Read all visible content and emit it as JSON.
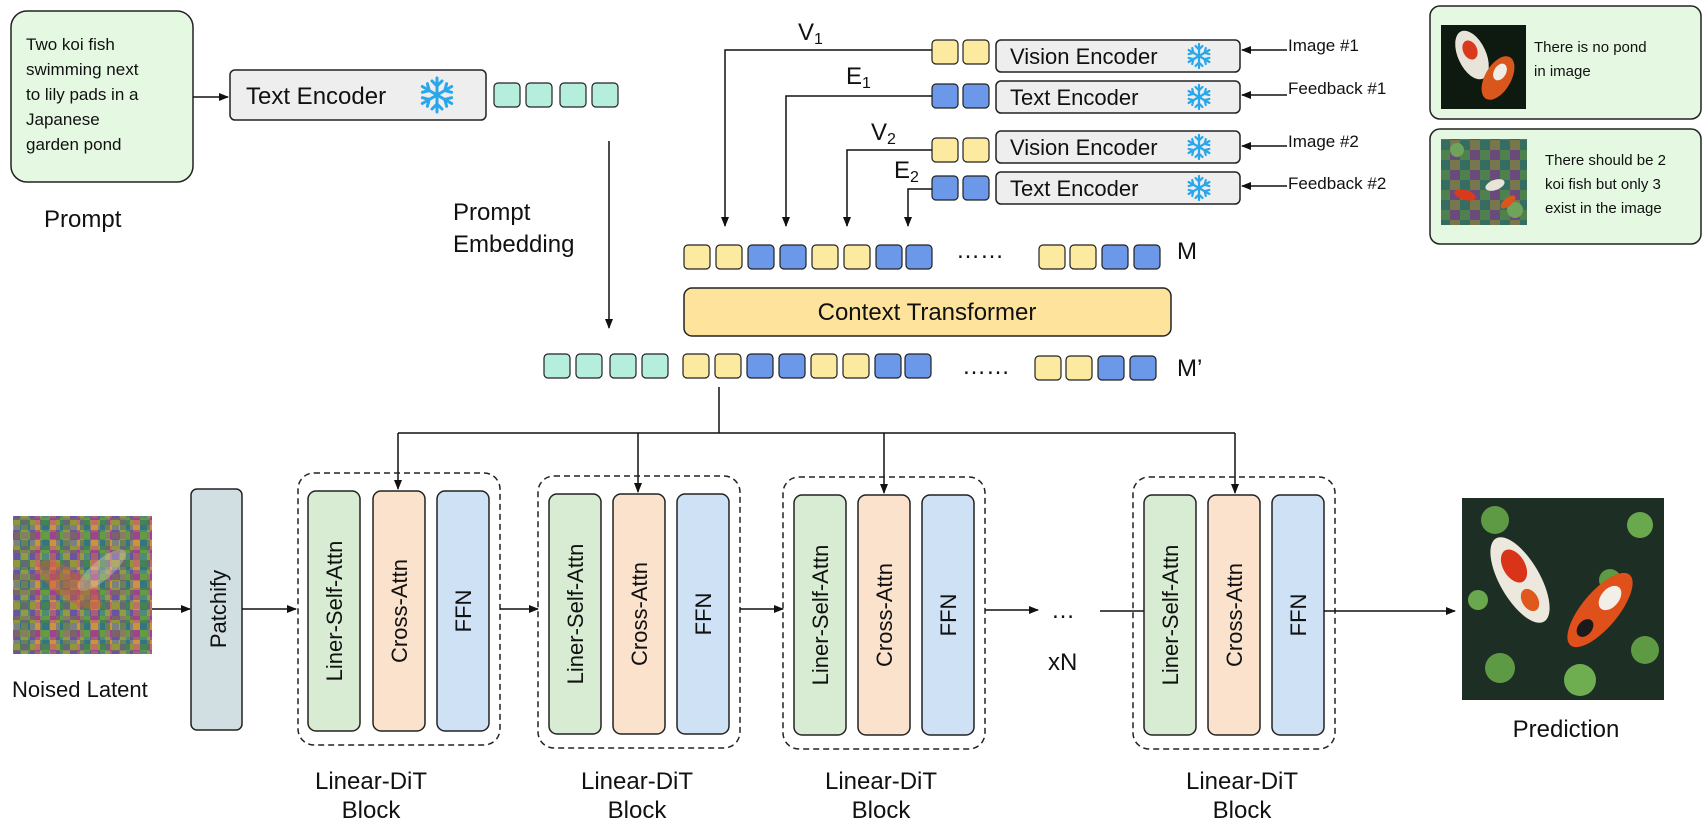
{
  "prompt": {
    "lines": [
      "Two koi fish",
      "swimming next",
      "to lily pads in a",
      "Japanese",
      "garden pond"
    ],
    "label": "Prompt"
  },
  "text_encoder_main": "Text Encoder",
  "prompt_embedding": [
    "Prompt",
    "Embedding"
  ],
  "feedback_rows": [
    {
      "var_main": "V",
      "var_sub": "1",
      "encoder": "Vision Encoder",
      "input": "Image #1"
    },
    {
      "var_main": "E",
      "var_sub": "1",
      "encoder": "Text Encoder",
      "input": "Feedback  #1"
    },
    {
      "var_main": "V",
      "var_sub": "2",
      "encoder": "Vision Encoder",
      "input": "Image #2"
    },
    {
      "var_main": "E",
      "var_sub": "2",
      "encoder": "Text Encoder",
      "input": "Feedback  #2"
    }
  ],
  "feedback_cards": [
    {
      "lines": [
        "There is no pond",
        "in image"
      ]
    },
    {
      "lines": [
        "There should be 2",
        "koi fish but only 3",
        "exist in the image"
      ]
    }
  ],
  "memory_label": "M",
  "memory_prime_label": "M’",
  "ellipsis": "……",
  "context_transformer": "Context Transformer",
  "noised_latent": "Noised Latent",
  "patchify": "Patchify",
  "dit_blocks": [
    {
      "layers": [
        "Liner-Self-Attn",
        "Cross-Attn",
        "FFN"
      ],
      "label": [
        "Linear-DiT",
        "Block"
      ]
    },
    {
      "layers": [
        "Liner-Self-Attn",
        "Cross-Attn",
        "FFN"
      ],
      "label": [
        "Linear-DiT",
        "Block"
      ]
    },
    {
      "layers": [
        "Liner-Self-Attn",
        "Cross-Attn",
        "FFN"
      ],
      "label": [
        "Linear-DiT",
        "Block"
      ]
    },
    {
      "layers": [
        "Liner-Self-Attn",
        "Cross-Attn",
        "FFN"
      ],
      "label": [
        "Linear-DiT",
        "Block"
      ]
    }
  ],
  "repeat_dots": "…",
  "repeat_label": "xN",
  "prediction": "Prediction",
  "colors": {
    "prompt_fill": "#e4f8e2",
    "encoder_fill": "#eeeeee",
    "token_teal": "#b5eedc",
    "token_yellow": "#fbeaa0",
    "token_blue": "#6b98e8",
    "transformer_fill": "#fde39b",
    "snowflake": "#2aa7ea",
    "patchify_fill": "#d1dfe2",
    "self_attn_fill": "#d8ecd3",
    "cross_attn_fill": "#fbe2cc",
    "ffn_fill": "#cfe1f4"
  }
}
